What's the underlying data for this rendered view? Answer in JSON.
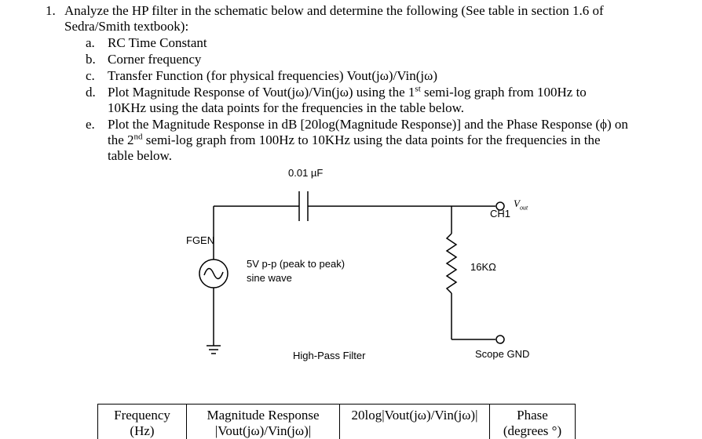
{
  "problem": {
    "number": "1.",
    "intro_line1": "Analyze the HP filter in the schematic below and determine the following (See table in section 1.6 of",
    "intro_line2": "Sedra/Smith textbook):",
    "items": [
      {
        "marker": "a.",
        "text": "RC Time Constant"
      },
      {
        "marker": "b.",
        "text": "Corner frequency"
      },
      {
        "marker": "c.",
        "text": "Transfer Function (for physical frequencies) Vout(jω)/Vin(jω)"
      },
      {
        "marker": "d.",
        "line1_pre": "Plot Magnitude Response of Vout(jω)/Vin(jω) using the 1",
        "line1_sup": "st",
        "line1_post": " semi-log graph from 100Hz to",
        "line2": "10KHz using the data points for the frequencies in the table below."
      },
      {
        "marker": "e.",
        "line1": "Plot the Magnitude Response in dB [20log(Magnitude Response)] and the Phase Response (ϕ) on",
        "line2_pre": "the 2",
        "line2_sup": "nd",
        "line2_post": " semi-log graph from 100Hz to 10KHz using the data points for the frequencies in the",
        "line3": "table below."
      }
    ]
  },
  "schematic": {
    "capacitor_label": "0.01 µF",
    "source_label": "FGEN",
    "source_desc_line1": "5V p-p (peak to peak)",
    "source_desc_line2": "sine wave",
    "resistor_label": "16KΩ",
    "output_label": "CH1",
    "vout_label": "V",
    "vout_sub": "out",
    "filter_label": "High-Pass Filter",
    "ground_label": "Scope GND"
  },
  "table": {
    "headers": [
      {
        "line1": "Frequency",
        "line2": "(Hz)"
      },
      {
        "line1": "Magnitude Response",
        "line2": "|Vout(jω)/Vin(jω)|"
      },
      {
        "line1": "20log|Vout(jω)/Vin(jω)|",
        "line2": ""
      },
      {
        "line1": "Phase",
        "line2": "(degrees °)"
      }
    ]
  }
}
